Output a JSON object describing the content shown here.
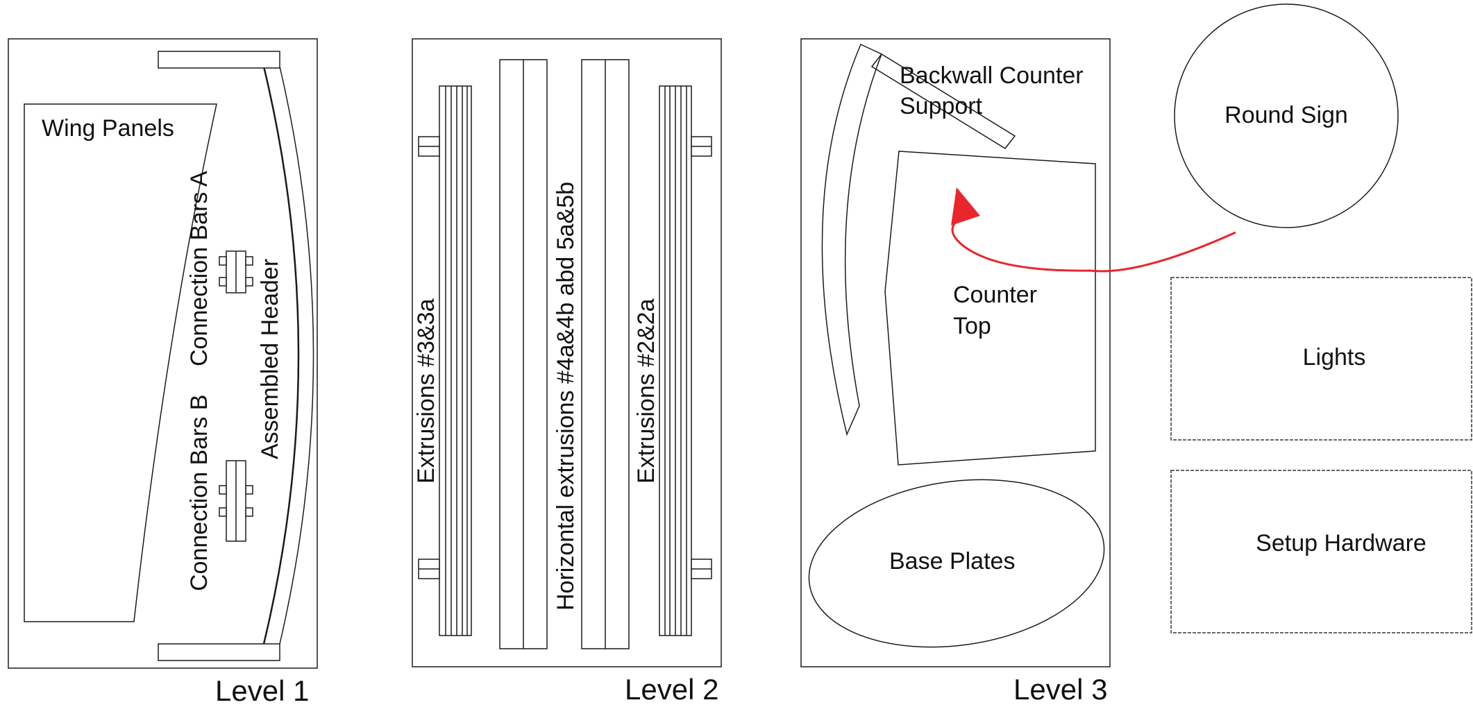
{
  "diagram": {
    "level1": {
      "caption": "Level 1",
      "wing_panels": "Wing Panels",
      "connection_bars_a": "Connection Bars A",
      "connection_bars_b": "Connection Bars B",
      "assembled_header": "Assembled Header"
    },
    "level2": {
      "caption": "Level 2",
      "extrusions_left": "Extrusions #3&3a",
      "horizontal_extrusions": "Horizontal extrusions #4a&4b abd 5a&5b",
      "extrusions_right": "Extrusions #2&2a"
    },
    "level3": {
      "caption": "Level 3",
      "backwall_line1": "Backwall Counter",
      "backwall_line2": "Support",
      "counter_line1": "Counter",
      "counter_line2": "Top",
      "base_plates": "Base Plates"
    },
    "outside": {
      "round_sign": "Round Sign",
      "lights": "Lights",
      "setup_hardware": "Setup Hardware"
    },
    "colors": {
      "arrow": "#e8262c",
      "lines": "#1a1a1a"
    }
  }
}
